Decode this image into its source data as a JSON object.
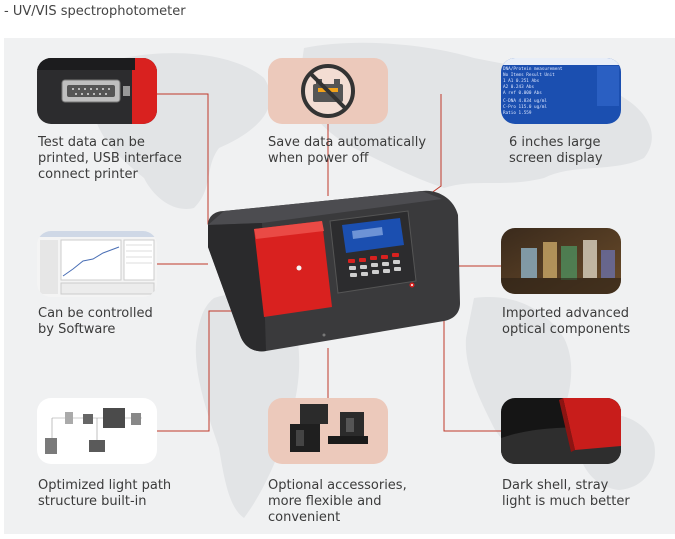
{
  "page": {
    "title": "- UV/VIS spectrophotometer"
  },
  "colors": {
    "accent_red": "#d9211f",
    "shell_dark": "#3a3a3c",
    "line_red": "#c0392b",
    "screen_blue": "#1b4fb0"
  },
  "features": {
    "print": {
      "lines": [
        "Test data can be",
        "printed, USB interface",
        "connect printer"
      ],
      "icon": "printer-port-icon"
    },
    "save": {
      "lines": [
        "Save data automatically",
        "when power off"
      ],
      "icon": "no-battery-icon"
    },
    "screen": {
      "lines": [
        "6 inches large",
        "screen display"
      ],
      "icon": "lcd-screen-icon"
    },
    "software": {
      "lines": [
        "Can be controlled",
        "by Software"
      ],
      "icon": "software-chart-icon"
    },
    "optics": {
      "lines": [
        "Imported advanced",
        "optical components"
      ],
      "icon": "optical-filters-icon"
    },
    "lightpath": {
      "lines": [
        "Optimized light path",
        "structure built-in"
      ],
      "icon": "light-path-diagram-icon"
    },
    "accessories": {
      "lines": [
        "Optional accessories,",
        "more flexible and",
        "convenient"
      ],
      "icon": "cuvette-holder-icon"
    },
    "shell": {
      "lines": [
        "Dark shell, stray",
        "light is much better"
      ],
      "icon": "dark-shell-icon"
    }
  },
  "screen_display": {
    "header": "DNA/Protein measurement",
    "columns": "No Items  Result  Unit",
    "rows": [
      "1   A1   0.251  Abs",
      "    A2   0.243  Abs",
      "   A ref 0.000  Abs",
      "C-DNA   4.834 ug/ml",
      "C-Pro   115.0 ug/ml",
      "Ratio   1.559"
    ]
  }
}
